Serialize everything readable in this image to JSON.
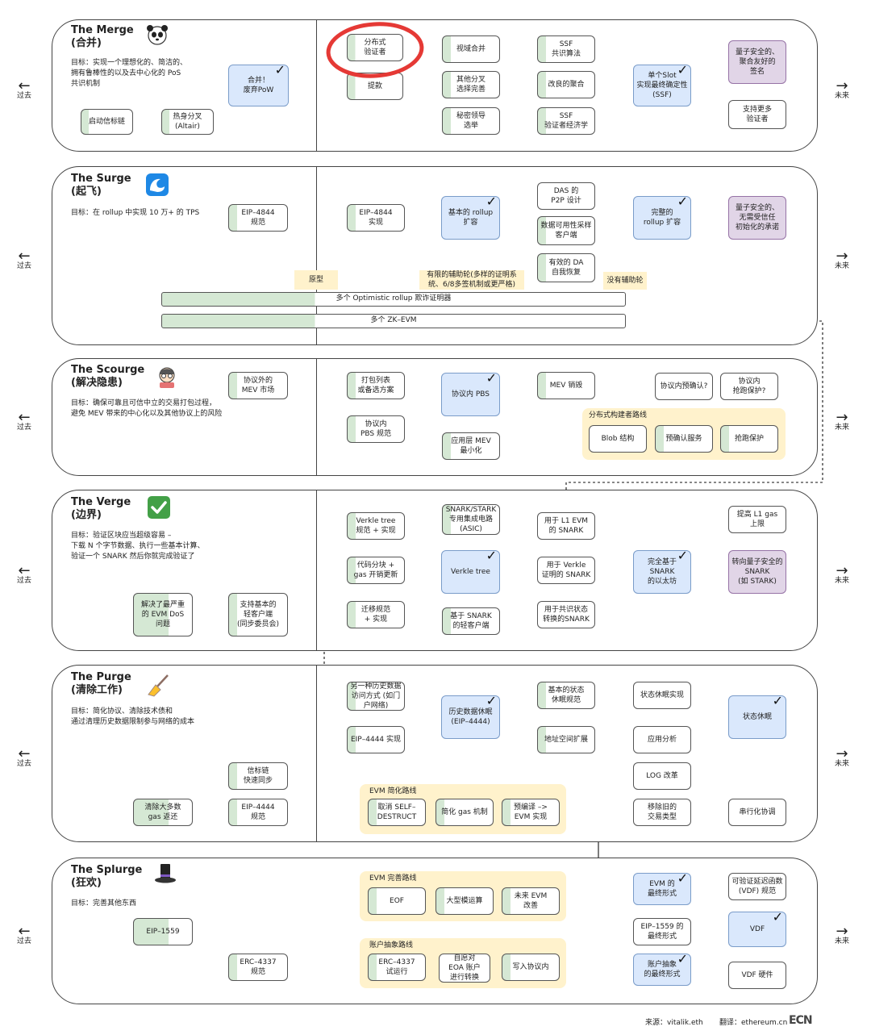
{
  "nav": {
    "past_label": "过去",
    "future_label": "未来"
  },
  "panels": {
    "merge": {
      "title": "The Merge\n(合并)",
      "goal": "目标：实现一个理想化的、简洁的、\n拥有鲁棒性的以及去中心化的 PoS\n共识机制"
    },
    "surge": {
      "title": "The Surge\n(起飞)",
      "goal": "目标：在 rollup 中实现 10 万+ 的 TPS"
    },
    "scourge": {
      "title": "The Scourge\n(解决隐患)",
      "goal": "目标：确保可靠且可信中立的交易打包过程，\n避免 MEV 带来的中心化以及其他协议上的风险"
    },
    "verge": {
      "title": "The Verge\n(边界)",
      "goal": "目标：验证区块应当超级容易 –\n下载 N 个字节数据、执行一些基本计算、\n验证一个 SNARK 然后你就完成验证了"
    },
    "purge": {
      "title": "The Purge\n(清除工作)",
      "goal": "目标：简化协议、清除技术债和\n通过清理历史数据限制参与网络的成本"
    },
    "splurge": {
      "title": "The Splurge\n(狂欢)",
      "goal": "目标：完善其他东西"
    }
  },
  "nodes": {
    "m_beacon": "启动信标链",
    "m_altair": "热身分叉\n(Altair)",
    "m_merge": "合并！\n废弃PoW",
    "m_dist": "分布式\n验证者",
    "m_withdraw": "提款",
    "m_view": "视域合并",
    "m_other": "其他分叉\n选择完善",
    "m_secret": "秘密领导\n选举",
    "m_ssfalg": "SSF\n共识算法",
    "m_agg": "改良的聚合",
    "m_ssfecon": "SSF\n验证者经济学",
    "m_ssf": "单个Slot\n实现最终确定性\n(SSF)",
    "m_quantum": "量子安全的、\n聚合友好的\n签名",
    "m_more": "支持更多\n验证者",
    "s_4844spec": "EIP–4844\n规范",
    "s_4844impl": "EIP–4844\n实现",
    "s_basic": "基本的 rollup\n扩容",
    "s_das": "DAS 的\nP2P 设计",
    "s_dasclient": "数据可用性采样\n客户端",
    "s_darecover": "有效的 DA\n自我恢复",
    "s_full": "完整的\nrollup 扩容",
    "s_quantum": "量子安全的、\n无需受信任\n初始化的承诺",
    "sc_offmev": "协议外的\nMEV 市场",
    "sc_list": "打包列表\n或备选方案",
    "sc_pbsspec": "协议内\nPBS 规范",
    "sc_pbs": "协议内 PBS",
    "sc_burn": "MEV 销毁",
    "sc_app": "应用层 MEV\n最小化",
    "sc_preconf_q": "协议内预确认?",
    "sc_antifront_q": "协议内\n抢跑保护?",
    "sc_blob": "Blob 结构",
    "sc_preconf": "预确认服务",
    "sc_antifront": "抢跑保护",
    "v_verkle_spec": "Verkle tree\n规范 + 实现",
    "v_asic": "SNARK/STARK\n专用集成电路\n(ASIC)",
    "v_gas": "代码分块 +\ngas 开销更新",
    "v_migrate": "迁移规范\n+ 实现",
    "v_verkle": "Verkle tree",
    "v_light": "基于 SNARK\n的轻客户端",
    "v_l1evm": "用于 L1 EVM\n的 SNARK",
    "v_verkleproof": "用于 Verkle\n证明的 SNARK",
    "v_consensus": "用于共识状态\n转换的SNARK",
    "v_full": "完全基于\nSNARK\n的以太坊",
    "v_gaslimit": "提高 L1 gas\n上限",
    "v_quantum": "转向量子安全的\nSNARK\n(如 STARK)",
    "v_dos": "解决了最严重\n的 EVM DoS\n问题",
    "v_sync": "支持基本的\n轻客户端\n(同步委员会)",
    "p_otherhist": "另一种历史数据\n访问方式 (如门\n户网络)",
    "p_4444impl": "EIP–4444 实现",
    "p_hist": "历史数据休眠\n(EIP–4444)",
    "p_statespec": "基本的状态\n休眠规范",
    "p_addr": "地址空间扩展",
    "p_stateimpl": "状态休眠实现",
    "p_app": "应用分析",
    "p_state": "状态休眠",
    "p_log": "LOG 改革",
    "p_oldtx": "移除旧的\n交易类型",
    "p_serial": "串行化协调",
    "p_beaconsync": "信标链\n快速同步",
    "p_gasrefund": "清除大多数\ngas 返还",
    "p_4444spec": "EIP–4444\n规范",
    "p_selfdestruct": "取消 SELF–\nDESTRUCT",
    "p_gasmech": "简化 gas 机制",
    "p_precompile": "预编译 –>\nEVM 实现",
    "sp_eof": "EOF",
    "sp_bigmod": "大型模运算",
    "sp_futureevm": "未来 EVM\n改善",
    "sp_evmfinal": "EVM 的\n最终形式",
    "sp_1559": "EIP–1559",
    "sp_1559final": "EIP–1559 的\n最终形式",
    "sp_4337spec": "ERC–4337\n规范",
    "sp_4337trial": "ERC–4337\n试运行",
    "sp_eoa": "自愿对\nEOA 账户\n进行转换",
    "sp_protocol": "写入协议内",
    "sp_aafinal": "账户抽象\n的最终形式",
    "sp_vdfspec": "可验证延迟函数\n(VDF) 规范",
    "sp_vdf": "VDF",
    "sp_vdfhw": "VDF 硬件"
  },
  "labels": {
    "s_prototype": "原型",
    "s_limited": "有限的辅助轮(多样的证明系\n统、6/8多签机制或更严格)",
    "s_noaux": "没有辅助轮",
    "s_bar1": "多个 Optimistic rollup 欺诈证明器",
    "s_bar2": "多个 ZK–EVM",
    "sc_route": "分布式构建者路线",
    "p_route": "EVM 简化路线",
    "sp_route1": "EVM 完善路线",
    "sp_route2": "账户抽象路线",
    "check": "✓"
  },
  "footer": {
    "source": "来源：vitalik.eth",
    "translate": "翻译：ethereum.cn",
    "logo": "ECN"
  },
  "annotation": {
    "color": "#e53935"
  },
  "icons": [
    "panda-icon",
    "wave-icon",
    "scourge-face-icon",
    "checkmark-icon",
    "broom-icon",
    "top-hat-icon"
  ]
}
